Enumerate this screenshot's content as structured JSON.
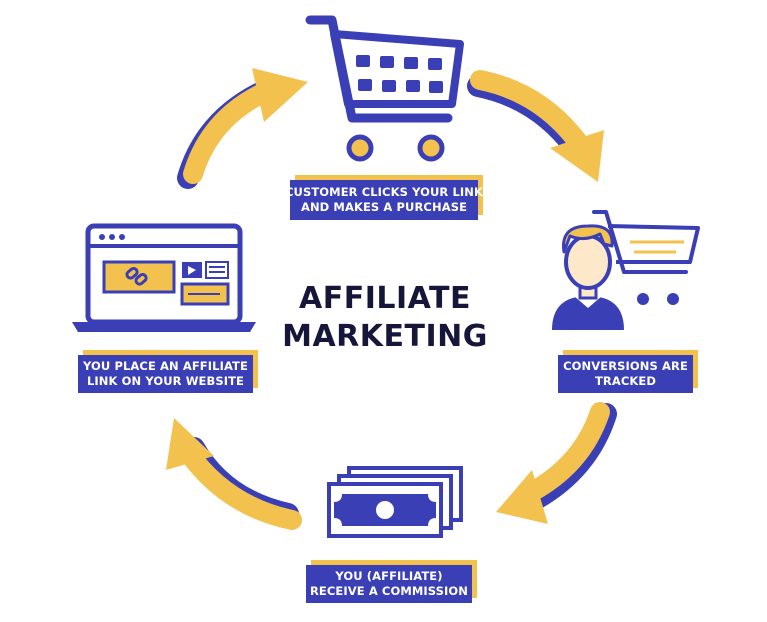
{
  "title": {
    "line1": "AFFILIATE",
    "line2": "MARKETING"
  },
  "steps": [
    {
      "line1": "CUSTOMER CLICKS YOUR LINK",
      "line2": "AND MAKES A PURCHASE",
      "icon": "shopping-cart-icon"
    },
    {
      "line1": "CONVERSIONS ARE",
      "line2": "TRACKED",
      "icon": "customer-with-cart-icon"
    },
    {
      "line1": "YOU (AFFILIATE)",
      "line2": "RECEIVE A COMMISSION",
      "icon": "money-bills-icon"
    },
    {
      "line1": "YOU PLACE AN AFFILIATE",
      "line2": "LINK ON YOUR WEBSITE",
      "icon": "laptop-website-icon"
    }
  ],
  "colors": {
    "primary": "#3b3fb6",
    "accent": "#f2c14e",
    "dark": "#16163a",
    "skin": "#fde9c9"
  }
}
